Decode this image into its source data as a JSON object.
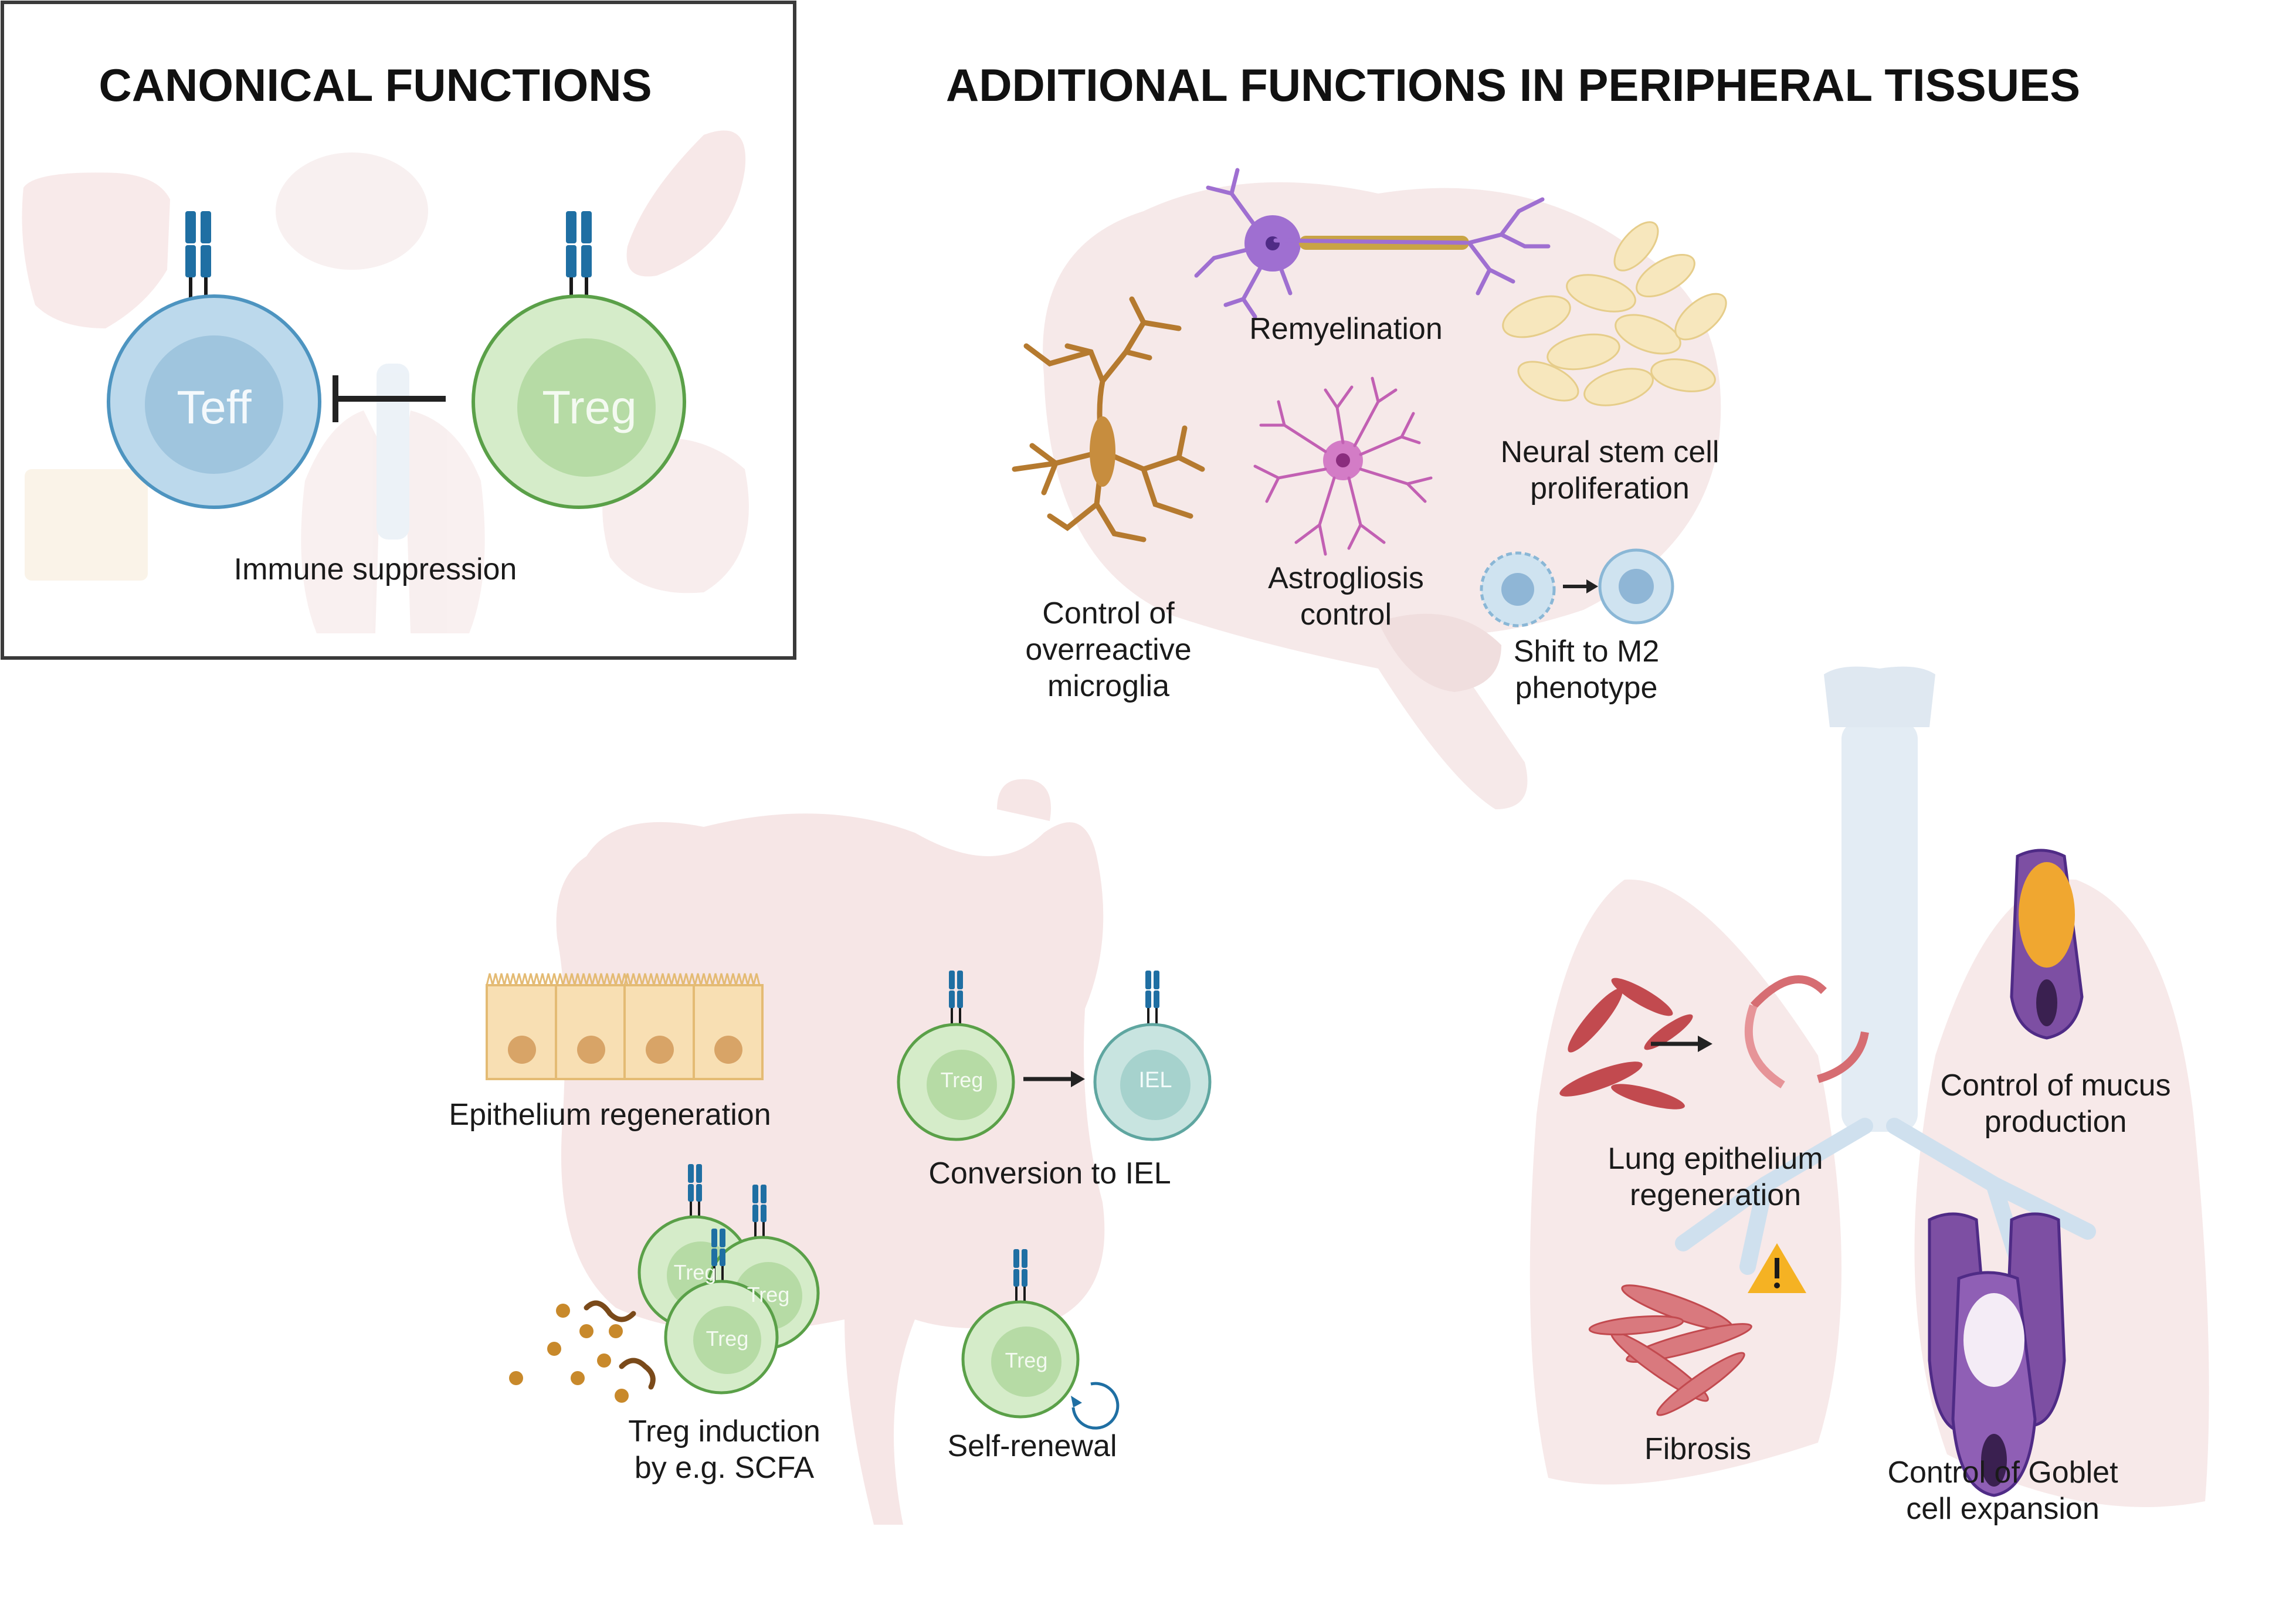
{
  "titles": {
    "canonical": "CANONICAL FUNCTIONS",
    "additional": "ADDITIONAL FUNCTIONS IN PERIPHERAL TISSUES"
  },
  "canonical": {
    "teff": "Teff",
    "treg": "Treg",
    "caption": "Immune suppression"
  },
  "brain": {
    "remyelination": "Remyelination",
    "neural_stem": "Neural stem cell\nproliferation",
    "microglia": "Control of\noverreactive\nmicroglia",
    "astrogliosis": "Astrogliosis\ncontrol",
    "m2": "Shift to M2\nphenotype"
  },
  "gut": {
    "epithelium": "Epithelium regeneration",
    "conversion": "Conversion to IEL",
    "treg_small": "Treg",
    "iel": "IEL",
    "induction": "Treg induction\nby e.g. SCFA",
    "self_renewal": "Self-renewal"
  },
  "lung": {
    "lung_epi": "Lung epithelium\nregeneration",
    "mucus": "Control of mucus\nproduction",
    "fibrosis": "Fibrosis",
    "goblet": "Control of Goblet\ncell expansion"
  },
  "colors": {
    "teff_fill": "#bcd9ec",
    "teff_stroke": "#4d94c0",
    "treg_fill": "#d5ecc9",
    "treg_stroke": "#5aa048",
    "receptor": "#1f6fa3",
    "organ": "#f6e4e4",
    "warning": "#f5b223"
  }
}
